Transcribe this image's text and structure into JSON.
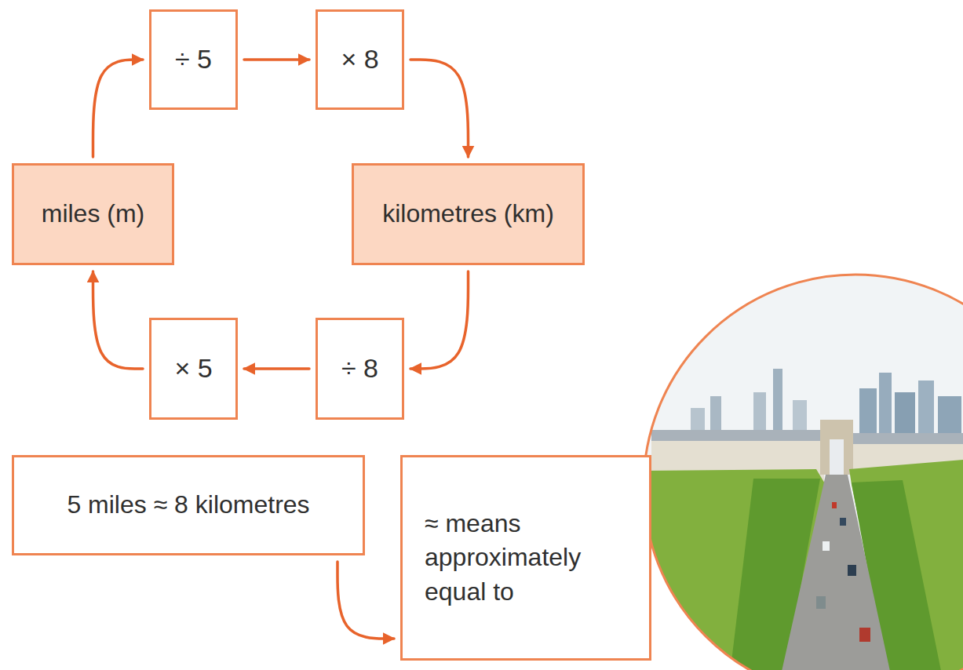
{
  "diagram": {
    "nodes": [
      {
        "text": [
          "÷ 5"
        ]
      },
      {
        "text": [
          "× 8"
        ]
      },
      {
        "text": [
          "miles (m)"
        ]
      },
      {
        "text": [
          "kilometres (km)"
        ]
      },
      {
        "text": [
          "× 5"
        ]
      },
      {
        "text": [
          "÷ 8"
        ]
      },
      {
        "text": [
          "5 miles ≈ 8 kilometres"
        ]
      },
      {
        "text": [
          "≈ means approximately equal to"
        ]
      }
    ],
    "edges": [
      {
        "from": 2,
        "to": 0,
        "arrow": "to"
      },
      {
        "from": 0,
        "to": 1,
        "arrow": "to"
      },
      {
        "from": 1,
        "to": 3,
        "arrow": "to"
      },
      {
        "from": 3,
        "to": 5,
        "arrow": "to"
      },
      {
        "from": 5,
        "to": 4,
        "arrow": "to"
      },
      {
        "from": 4,
        "to": 2,
        "arrow": "to"
      },
      {
        "from": 6,
        "to": 7,
        "arrow": "to"
      }
    ]
  }
}
